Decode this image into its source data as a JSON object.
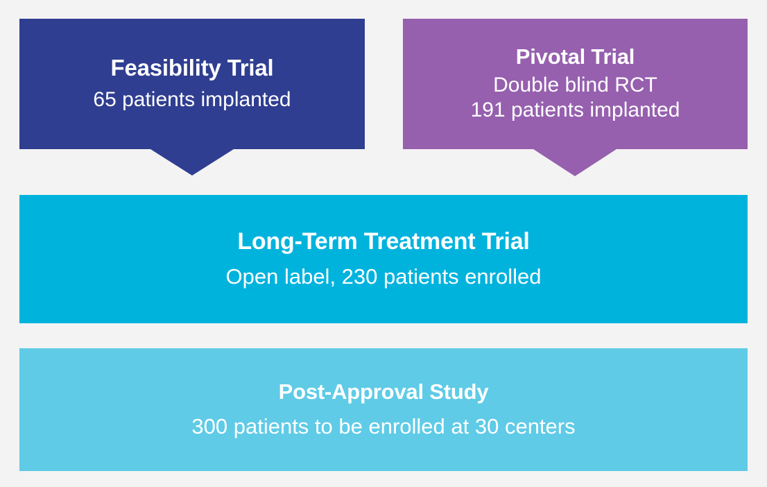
{
  "diagram": {
    "background_color": "#f3f3f3",
    "stages": [
      {
        "id": "feasibility",
        "title": "Feasibility Trial",
        "subtitle": "65 patients implanted",
        "color": "#2f3e90",
        "connector": "down-arrow"
      },
      {
        "id": "pivotal",
        "title": "Pivotal Trial",
        "subtitle_1": "Double blind RCT",
        "subtitle_2": "191 patients implanted",
        "color": "#9660ae",
        "connector": "down-arrow"
      },
      {
        "id": "longterm",
        "title": "Long-Term Treatment Trial",
        "subtitle": "Open label, 230 patients enrolled",
        "color": "#00b3dd",
        "connector": "none"
      },
      {
        "id": "postapproval",
        "title": "Post-Approval Study",
        "subtitle": "300 patients to be enrolled at 30 centers",
        "color": "#5fcbe6",
        "connector": "none"
      }
    ]
  }
}
